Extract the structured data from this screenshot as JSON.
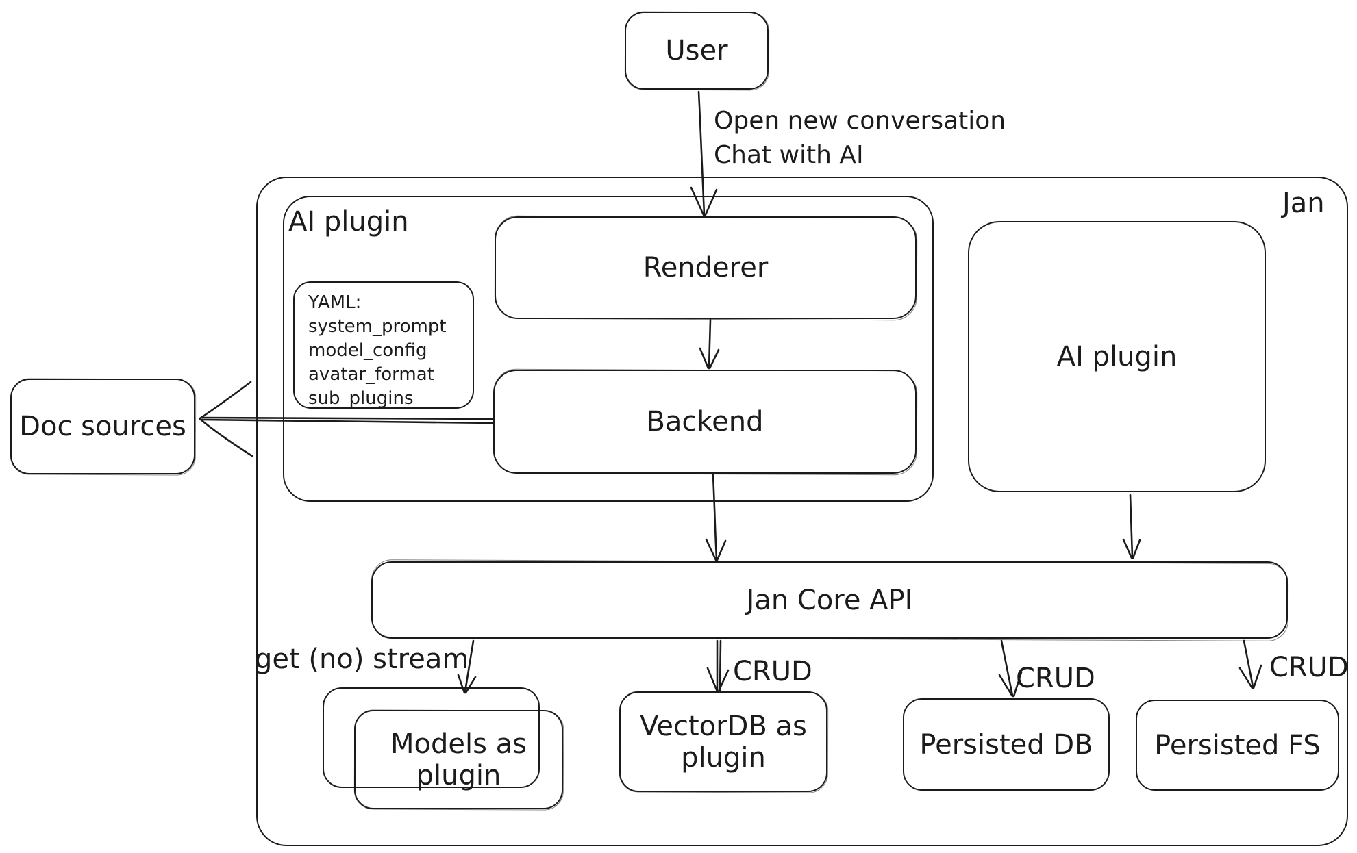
{
  "colors": {
    "stroke": "#1b1b1b",
    "background": "#ffffff"
  },
  "nodes": {
    "user": {
      "label": "User"
    },
    "jan_container": {
      "label": "Jan"
    },
    "ai_plugin_container": {
      "label": "AI plugin"
    },
    "renderer": {
      "label": "Renderer"
    },
    "backend": {
      "label": "Backend"
    },
    "yaml_note": {
      "lines": [
        "YAML:",
        "system_prompt",
        "model_config",
        "avatar_format",
        "sub_plugins"
      ]
    },
    "doc_sources": {
      "label": "Doc sources"
    },
    "ai_plugin": {
      "label": "AI plugin"
    },
    "jan_core_api": {
      "label": "Jan Core API"
    },
    "models_as_plugin": {
      "label": "Models as plugin"
    },
    "vectordb_as_plugin": {
      "label": "VectorDB as plugin"
    },
    "persisted_db": {
      "label": "Persisted DB"
    },
    "persisted_fs": {
      "label": "Persisted FS"
    }
  },
  "edges": {
    "user_to_renderer": {
      "lines": [
        "Open new conversation",
        "Chat with AI"
      ]
    },
    "jan_core_to_models": {
      "label": "get (no) stream"
    },
    "jan_core_to_vectordb": {
      "label": "CRUD"
    },
    "jan_core_to_persisted_db": {
      "label": "CRUD"
    },
    "jan_core_to_persisted_fs": {
      "label": "CRUD"
    }
  }
}
